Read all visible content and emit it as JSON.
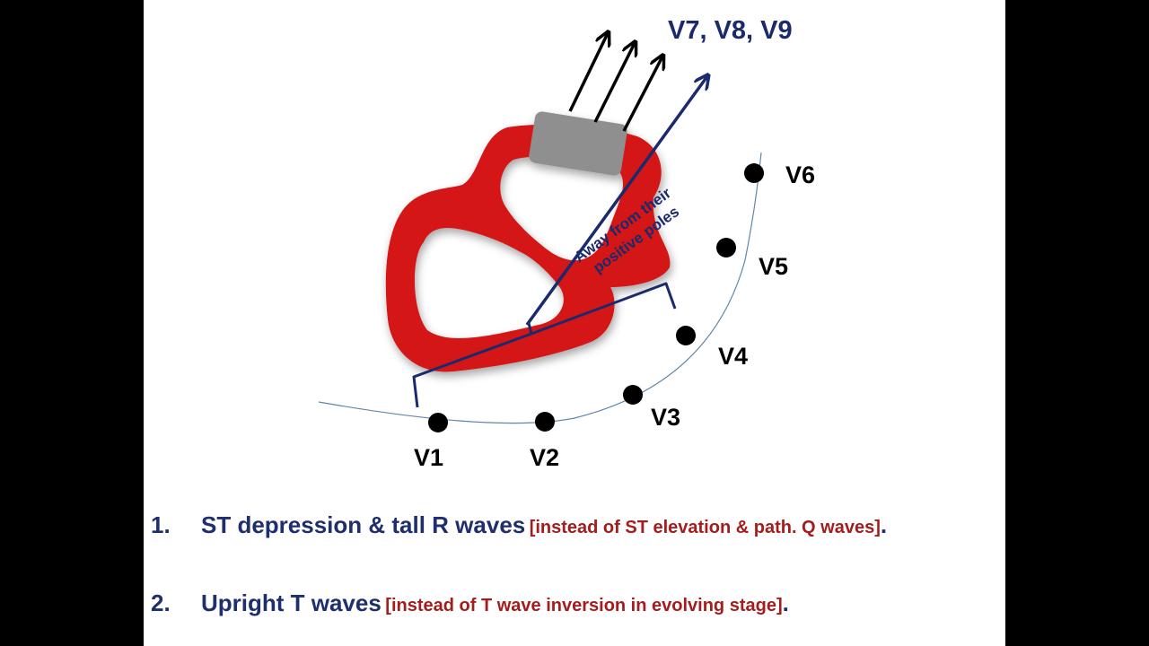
{
  "diagram": {
    "target_leads_label": "V7, V8, V9",
    "vector_caption": {
      "line1": "Away from their",
      "line2": "positive poles"
    },
    "leads": [
      "V1",
      "V2",
      "V3",
      "V4",
      "V5",
      "V6"
    ]
  },
  "findings": [
    {
      "number": "1.",
      "main": "ST depression & tall R waves",
      "note": "[instead of ST elevation & path. Q waves]",
      "trailing": "."
    },
    {
      "number": "2.",
      "main": "Upright T waves",
      "note": "[instead of T wave inversion in evolving stage]",
      "trailing": "."
    }
  ],
  "colors": {
    "background": "#000000",
    "slide": "#ffffff",
    "heart": "#d41414",
    "infarct": "#8f8f8f",
    "vector": "#1a2a6c",
    "main_text": "#1f2f6e",
    "note_text": "#a51c1c",
    "chest_curve": "#5f86a8"
  }
}
